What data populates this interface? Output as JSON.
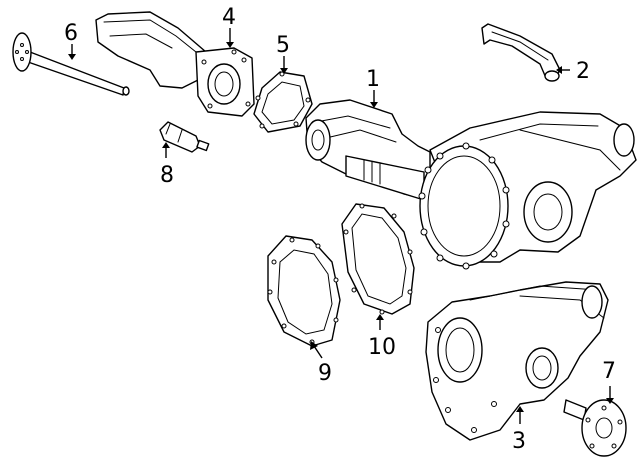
{
  "diagram": {
    "callouts": [
      {
        "id": "1",
        "label": "1"
      },
      {
        "id": "2",
        "label": "2"
      },
      {
        "id": "3",
        "label": "3"
      },
      {
        "id": "4",
        "label": "4"
      },
      {
        "id": "5",
        "label": "5"
      },
      {
        "id": "6",
        "label": "6"
      },
      {
        "id": "7",
        "label": "7"
      },
      {
        "id": "8",
        "label": "8"
      },
      {
        "id": "9",
        "label": "9"
      },
      {
        "id": "10",
        "label": "10"
      }
    ]
  },
  "colors": {
    "line": "#000000",
    "background": "#ffffff"
  }
}
